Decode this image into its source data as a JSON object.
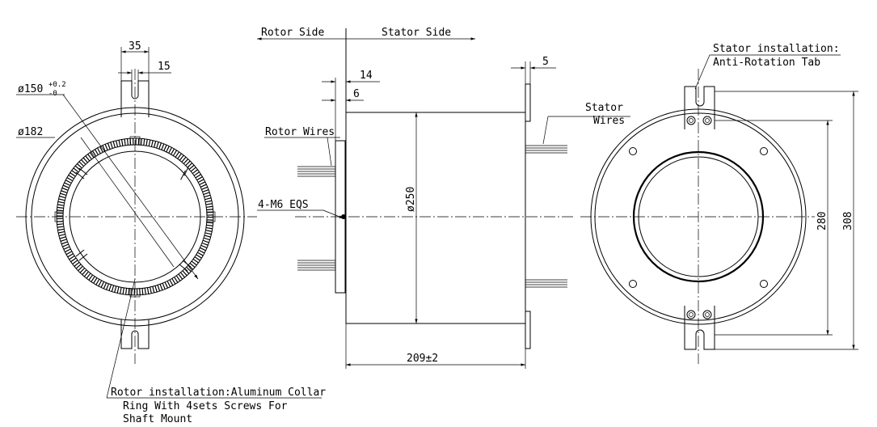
{
  "labels": {
    "rotor_side": "Rotor Side",
    "stator_side": "Stator Side",
    "rotor_wires": "Rotor Wires",
    "stator_wires_1": "Stator",
    "stator_wires_2": "Wires",
    "mounting_holes": "4-M6 EQS",
    "stator_install_1": "Stator installation:",
    "stator_install_2": "Anti-Rotation Tab",
    "rotor_install_1": "Rotor installation:Aluminum Collar",
    "rotor_install_2": "Ring With 4sets Screws For",
    "rotor_install_3": "Shaft Mount"
  },
  "dimensions": {
    "tab_width": "35",
    "slot_width": "15",
    "bore_dia": "ø150",
    "bore_tol_upper": "+0.2",
    "bore_tol_lower": "-0",
    "rotor_ring_dia": "ø182",
    "body_dia": "ø250",
    "flange_offset": "14",
    "flange_thk": "6",
    "stator_flange_thk": "5",
    "body_length": "209±2",
    "hole_span": "280",
    "tab_span": "308"
  }
}
